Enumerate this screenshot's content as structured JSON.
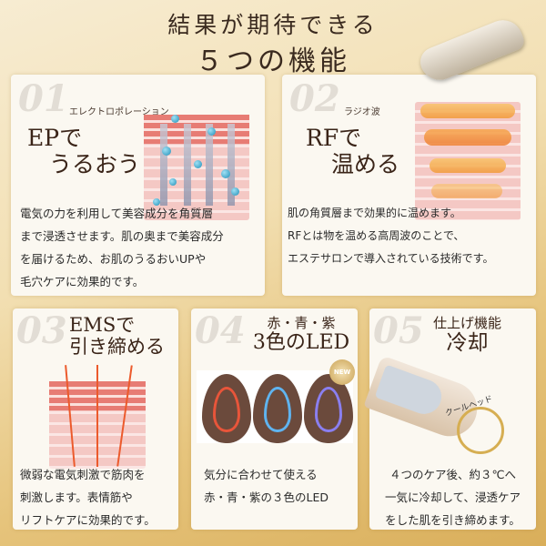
{
  "header": {
    "line1": "結果が期待できる",
    "line2": "５つの機能"
  },
  "cards": [
    {
      "number": "01",
      "subtitle": "エレクトロポレーション",
      "heading1": "EPで",
      "heading2": "うるおう",
      "description": [
        "電気の力を利用して美容成分を角質層",
        "まで浸透させます。肌の奥まで美容成分",
        "を届けるため、お肌のうるおいUPや",
        "毛穴ケアに効果的です。"
      ]
    },
    {
      "number": "02",
      "subtitle": "ラジオ波",
      "heading1": "RFで",
      "heading2": "温める",
      "description": [
        "肌の角質層まで効果的に温めます。",
        "RFとは物を温める高周波のことで、",
        "エステサロンで導入されている技術です。"
      ]
    },
    {
      "number": "03",
      "heading1": "EMSで",
      "heading2": "引き締める",
      "description": [
        "微弱な電気刺激で筋肉を",
        "刺激します。表情筋や",
        "リフトケアに効果的です。"
      ]
    },
    {
      "number": "04",
      "heading1": "赤・青・紫",
      "heading2": "3色のLED",
      "badge": "NEW",
      "led_colors": [
        "#e8553a",
        "#5fb4f0",
        "#8a7ff0"
      ],
      "description": [
        "気分に合わせて使える",
        "赤・青・紫の３色のLED"
      ]
    },
    {
      "number": "05",
      "heading1": "仕上げ機能",
      "heading2": "冷却",
      "callout": "クールヘッド",
      "description": [
        "４つのケア後、約３℃へ",
        "一気に冷却して、浸透ケア",
        "をした肌を引き締めます。"
      ]
    }
  ]
}
